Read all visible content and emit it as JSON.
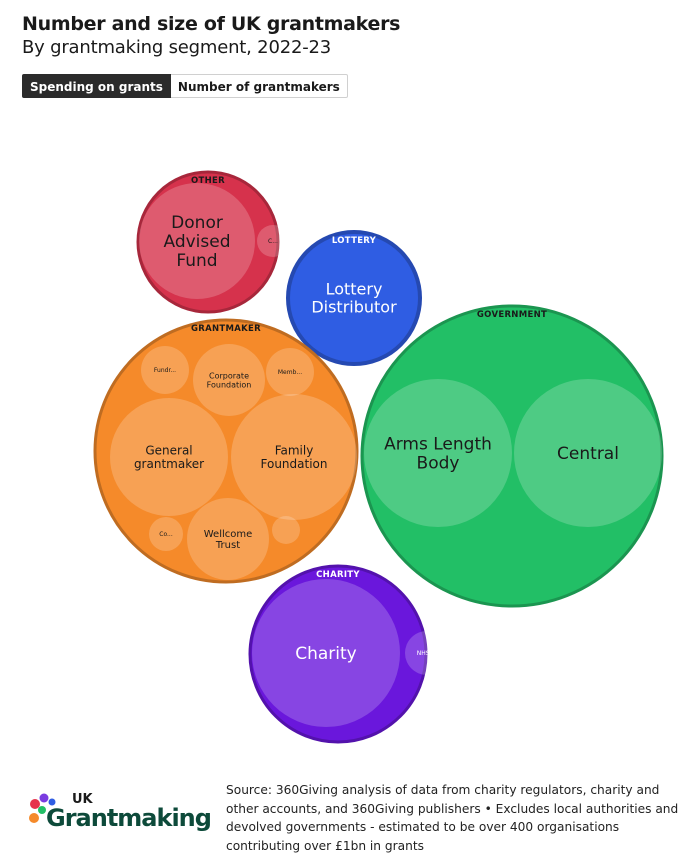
{
  "header": {
    "title": "Number and size of UK grantmakers",
    "subtitle": "By grantmaking segment, 2022-23"
  },
  "tabs": [
    {
      "label": "Spending on grants",
      "active": true
    },
    {
      "label": "Number of grantmakers",
      "active": false
    }
  ],
  "chart_data": {
    "type": "bubble-pack",
    "measure": "Spending on grants",
    "groups": [
      {
        "label": "OTHER",
        "color": "#d6324c",
        "items": [
          {
            "label": "Donor Advised Fund"
          },
          {
            "label": "C..."
          }
        ]
      },
      {
        "label": "LOTTERY",
        "color": "#2f5de3",
        "items": [
          {
            "label": "Lottery Distributor"
          }
        ]
      },
      {
        "label": "GOVERNMENT",
        "color": "#22bf66",
        "items": [
          {
            "label": "Arms Length Body"
          },
          {
            "label": "Central"
          }
        ]
      },
      {
        "label": "GRANTMAKER",
        "color": "#f58a2a",
        "items": [
          {
            "label": "Fundr..."
          },
          {
            "label": "Corporate Foundation"
          },
          {
            "label": "Memb..."
          },
          {
            "label": "General grantmaker"
          },
          {
            "label": "Family Foundation"
          },
          {
            "label": "Co..."
          },
          {
            "label": "Wellcome Trust"
          },
          {
            "label": ""
          }
        ]
      },
      {
        "label": "CHARITY",
        "color": "#6a17dc",
        "items": [
          {
            "label": "Charity"
          },
          {
            "label": "NHS/..."
          }
        ]
      }
    ]
  },
  "footer": {
    "logo_prefix": "UK",
    "logo_text": "Grantmaking",
    "source": "Source: 360Giving analysis of data from charity regulators, charity and other accounts, and 360Giving publishers • Excludes local authorities and devolved governments - estimated to be over 400 organisations contributing over £1bn in grants"
  }
}
